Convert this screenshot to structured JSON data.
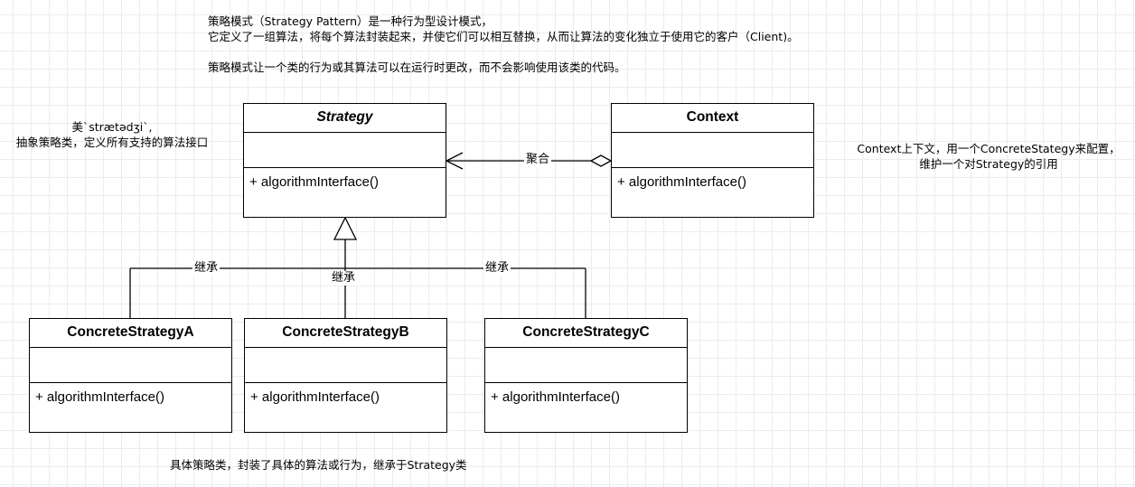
{
  "notes": {
    "intro_line1": "策略模式（Strategy Pattern）是一种行为型设计模式，",
    "intro_line2": "它定义了一组算法，将每个算法封装起来，并使它们可以相互替换，从而让算法的变化独立于使用它的客户（Client)。",
    "intro_line3": "策略模式让一个类的行为或其算法可以在运行时更改，而不会影响使用该类的代码。",
    "strategy_line1": "美ˋstrætədʒiˋ,",
    "strategy_line2": "抽象策略类，定义所有支持的算法接口",
    "context_line1": "Context上下文，用一个ConcreteStategy来配置，",
    "context_line2": "维护一个对Strategy的引用",
    "concrete_note": "具体策略类，封装了具体的算法或行为，继承于Strategy类"
  },
  "classes": {
    "strategy": {
      "name": "Strategy",
      "operation": "+ algorithmInterface()"
    },
    "context": {
      "name": "Context",
      "operation": "+ algorithmInterface()"
    },
    "concrete_a": {
      "name": "ConcreteStrategyA",
      "operation": "+ algorithmInterface()"
    },
    "concrete_b": {
      "name": "ConcreteStrategyB",
      "operation": "+ algorithmInterface()"
    },
    "concrete_c": {
      "name": "ConcreteStrategyC",
      "operation": "+ algorithmInterface()"
    }
  },
  "edges": {
    "aggregation_label": "聚合",
    "inherit_a_label": "继承",
    "inherit_b_label": "继承",
    "inherit_c_label": "继承"
  }
}
